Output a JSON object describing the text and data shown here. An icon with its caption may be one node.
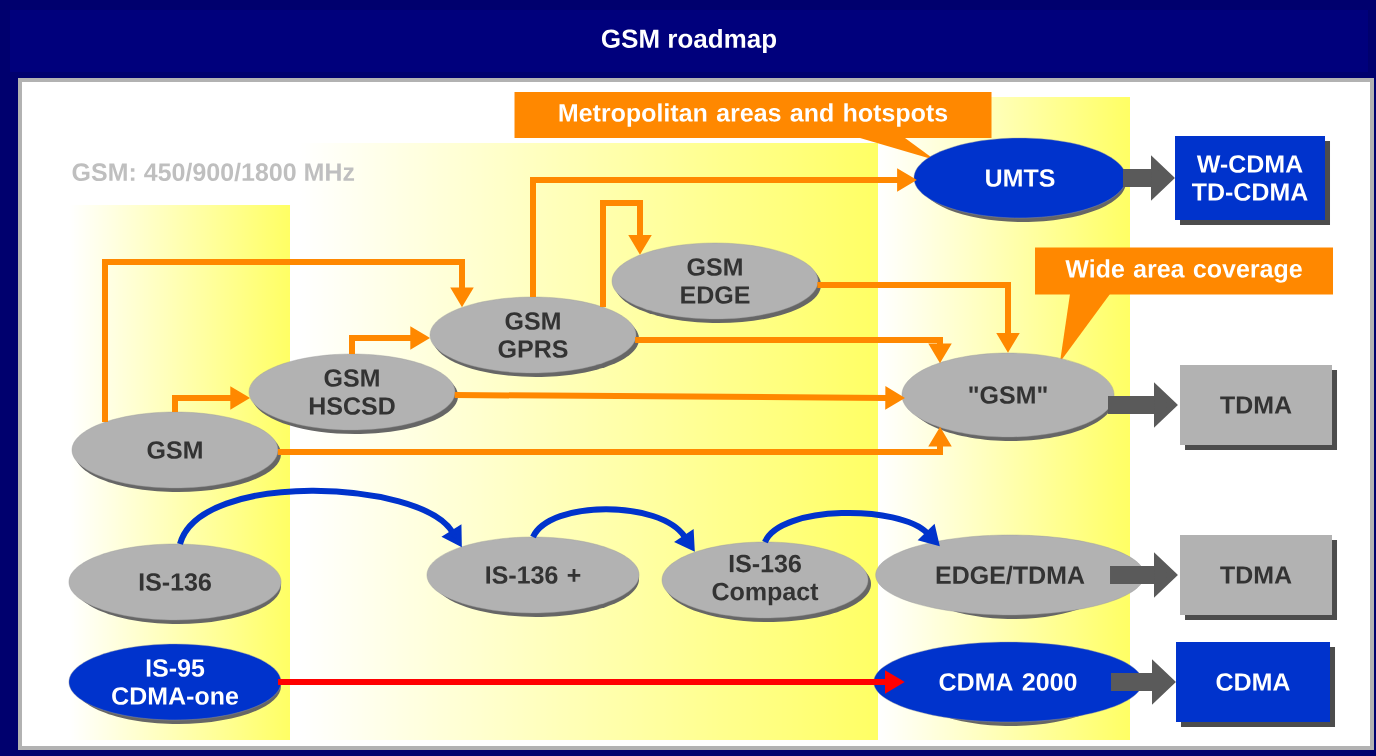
{
  "diagram": {
    "title": "GSM roadmap",
    "nodes": [
      {
        "text": [
          "Metropolitan areas and hotspots"
        ]
      },
      {
        "text": [
          "Wide area coverage"
        ]
      },
      {
        "text": [
          "GSM"
        ]
      },
      {
        "text": [
          "GSM HSCSD"
        ]
      },
      {
        "text": [
          "GSM GPRS"
        ]
      },
      {
        "text": [
          "GSM EDGE"
        ]
      },
      {
        "text": [
          "UMTS"
        ]
      },
      {
        "text": [
          "\"GSM\""
        ]
      },
      {
        "text": [
          "W-CDMA TD-CDMA"
        ]
      },
      {
        "text": [
          "TDMA"
        ]
      },
      {
        "text": [
          "IS-136"
        ]
      },
      {
        "text": [
          "IS-136 +"
        ]
      },
      {
        "text": [
          "IS-136 Compact"
        ]
      },
      {
        "text": [
          "EDGE/TDMA"
        ]
      },
      {
        "text": [
          "TDMA"
        ]
      },
      {
        "text": [
          "IS-95 CDMA-one"
        ]
      },
      {
        "text": [
          "CDMA 2000"
        ]
      },
      {
        "text": [
          "CDMA"
        ]
      }
    ],
    "edges": [
      {
        "from": 2,
        "to": 3,
        "arrow": "to"
      },
      {
        "from": 2,
        "to": 4,
        "arrow": "to"
      },
      {
        "from": 2,
        "to": 7,
        "arrow": "to"
      },
      {
        "from": 3,
        "to": 4,
        "arrow": "to"
      },
      {
        "from": 3,
        "to": 7,
        "arrow": "to"
      },
      {
        "from": 4,
        "to": 6,
        "arrow": "to"
      },
      {
        "from": 4,
        "to": 5,
        "arrow": "to"
      },
      {
        "from": 4,
        "to": 7,
        "arrow": "to"
      },
      {
        "from": 5,
        "to": 7,
        "arrow": "to"
      },
      {
        "from": 10,
        "to": 11,
        "arrow": "to",
        "color": "#0033cc"
      },
      {
        "from": 11,
        "to": 12,
        "arrow": "to",
        "color": "#0033cc"
      },
      {
        "from": 12,
        "to": 13,
        "arrow": "to",
        "color": "#0033cc"
      },
      {
        "from": 15,
        "to": 16,
        "arrow": "to",
        "color": "#ff0000"
      },
      {
        "from": 6,
        "to": 8,
        "arrow": "to",
        "style": "thick",
        "color": "#5a5a5a"
      },
      {
        "from": 7,
        "to": 9,
        "arrow": "to",
        "style": "thick",
        "color": "#5a5a5a"
      },
      {
        "from": 13,
        "to": 14,
        "arrow": "to",
        "style": "thick",
        "color": "#5a5a5a"
      },
      {
        "from": 16,
        "to": 17,
        "arrow": "to",
        "style": "thick",
        "color": "#5a5a5a"
      }
    ],
    "labels": [
      "GSM: 450/900/1800 MHz"
    ]
  }
}
